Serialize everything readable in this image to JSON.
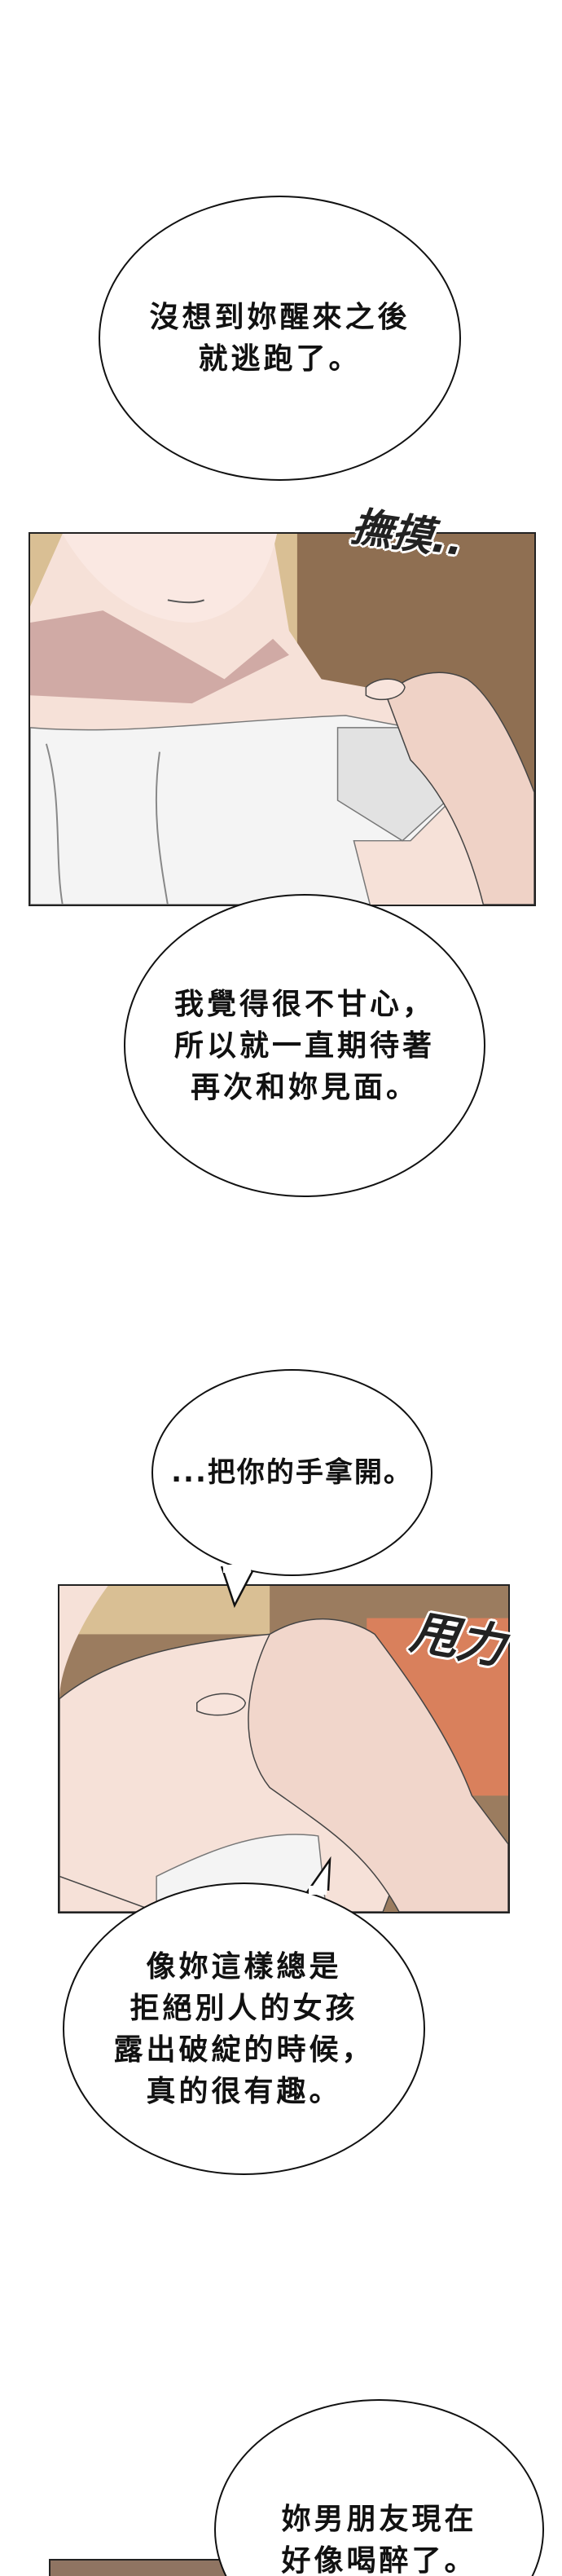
{
  "bubbles": {
    "b1": {
      "lines": [
        "沒想到妳醒來之後",
        "就逃跑了。"
      ]
    },
    "b2": {
      "lines": [
        "我覺得很不甘心，",
        "所以就一直期待著",
        "再次和妳見面。"
      ]
    },
    "b3": {
      "lines": [
        "...把你的手拿開。"
      ]
    },
    "b4": {
      "lines": [
        "像妳這樣總是",
        "拒絕別人的女孩",
        "露出破綻的時候，",
        "真的很有趣。"
      ]
    },
    "b5": {
      "lines": [
        "妳男朋友現在",
        "好像喝醉了。"
      ]
    }
  },
  "sfx": {
    "rub": "撫摸..",
    "force": "甩力"
  },
  "colors": {
    "skin": "#f6e1d8",
    "shadow": "#c79c98",
    "hair": "#d9bf94",
    "wood": "#8f6f52",
    "orange": "#d9805c"
  }
}
